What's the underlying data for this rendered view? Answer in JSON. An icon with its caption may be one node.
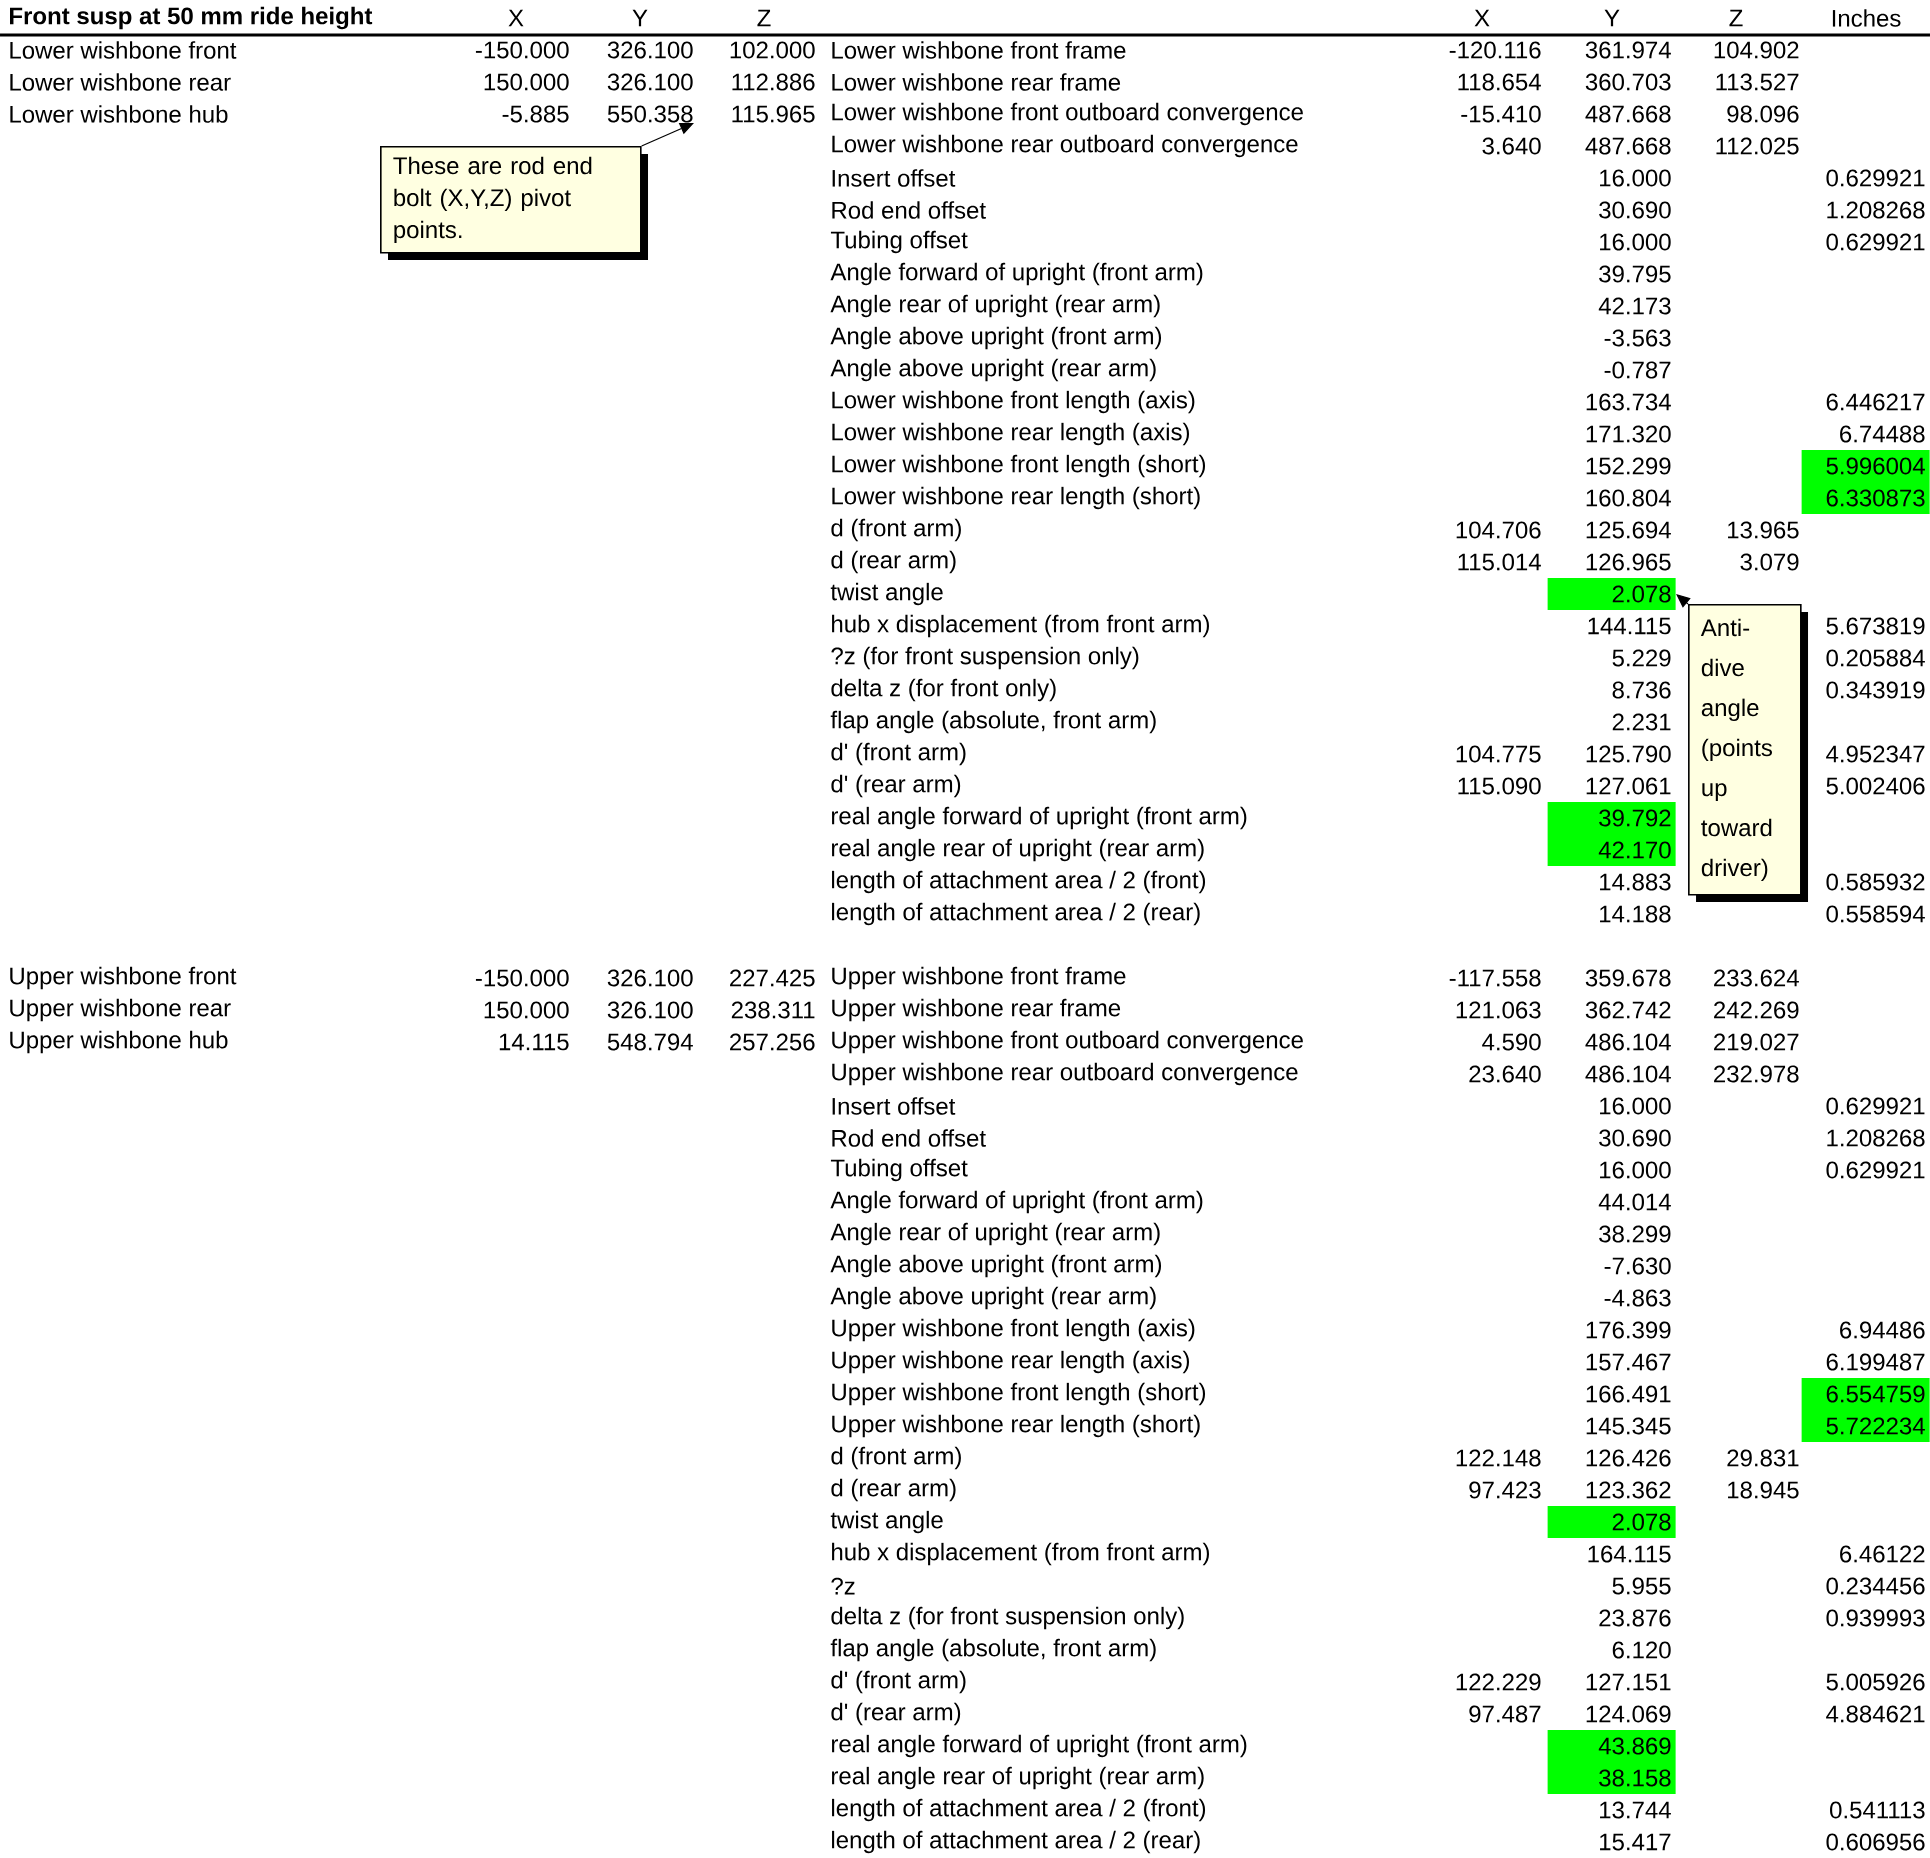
{
  "diagram": {
    "nodes": [
      {
        "text": [
          "550.358"
        ]
      },
      {
        "text": [
          "These are rod end bolt (X,Y,Z) pivot points."
        ]
      },
      {
        "text": [
          "5.996004"
        ]
      },
      {
        "text": [
          "6.330873"
        ]
      },
      {
        "text": [
          "2.078"
        ]
      },
      {
        "text": [
          "Anti-dive angle (points up toward driver)"
        ]
      },
      {
        "text": [
          "39.792"
        ]
      },
      {
        "text": [
          "42.170"
        ]
      },
      {
        "text": [
          "6.554759"
        ]
      },
      {
        "text": [
          "5.722234"
        ]
      },
      {
        "text": [
          "2.078"
        ]
      },
      {
        "text": [
          "43.869"
        ]
      },
      {
        "text": [
          "38.158"
        ]
      }
    ],
    "edges": [
      {
        "from": 1,
        "to": 0,
        "arrow": "to"
      },
      {
        "from": 5,
        "to": 4,
        "arrow": "to"
      }
    ],
    "labels": [
      "Front susp at 50 mm ride height",
      "X",
      "Y",
      "Z",
      "X",
      "Y",
      "Z",
      "Inches",
      "Lower wishbone front",
      "-150.000",
      "326.100",
      "102.000",
      "Lower wishbone front frame",
      "-120.116",
      "361.974",
      "104.902",
      "Lower wishbone rear",
      "150.000",
      "326.100",
      "112.886",
      "Lower wishbone rear frame",
      "118.654",
      "360.703",
      "113.527",
      "Lower wishbone hub",
      "-5.885",
      "115.965",
      "Lower wishbone front outboard convergence",
      "-15.410",
      "487.668",
      "98.096",
      "Lower wishbone rear outboard convergence",
      "3.640",
      "487.668",
      "112.025",
      "Insert offset",
      "16.000",
      "0.629921",
      "Rod end offset",
      "30.690",
      "1.208268",
      "Tubing offset",
      "16.000",
      "0.629921",
      "Angle forward of upright (front arm)",
      "39.795",
      "Angle rear of upright (rear arm)",
      "42.173",
      "Angle above upright (front arm)",
      "-3.563",
      "Angle above upright (rear arm)",
      "-0.787",
      "Lower wishbone front length (axis)",
      "163.734",
      "6.446217",
      "Lower wishbone rear length (axis)",
      "171.320",
      "6.74488",
      "Lower wishbone front length (short)",
      "152.299",
      "Lower wishbone rear length (short)",
      "160.804",
      "d (front arm)",
      "104.706",
      "125.694",
      "13.965",
      "d (rear arm)",
      "115.014",
      "126.965",
      "3.079",
      "twist angle",
      "hub x displacement (from front arm)",
      "144.115",
      "5.673819",
      "?z (for front suspension only)",
      "5.229",
      "0.205884",
      "delta z (for front only)",
      "8.736",
      "0.343919",
      "flap angle (absolute, front arm)",
      "2.231",
      "d' (front arm)",
      "104.775",
      "125.790",
      "4.952347",
      "d' (rear arm)",
      "115.090",
      "127.061",
      "5.002406",
      "real angle forward of upright (front arm)",
      "real angle rear of upright (rear arm)",
      "length of attachment area / 2 (front)",
      "14.883",
      "0.585932",
      "length of attachment area / 2 (rear)",
      "14.188",
      "0.558594",
      "Upper wishbone front",
      "-150.000",
      "326.100",
      "227.425",
      "Upper wishbone front frame",
      "-117.558",
      "359.678",
      "233.624",
      "Upper wishbone rear",
      "150.000",
      "326.100",
      "238.311",
      "Upper wishbone rear frame",
      "121.063",
      "362.742",
      "242.269",
      "Upper wishbone hub",
      "14.115",
      "548.794",
      "257.256",
      "Upper wishbone front outboard convergence",
      "4.590",
      "486.104",
      "219.027",
      "Upper wishbone rear outboard convergence",
      "23.640",
      "486.104",
      "232.978",
      "Insert offset",
      "16.000",
      "0.629921",
      "Rod end offset",
      "30.690",
      "1.208268",
      "Tubing offset",
      "16.000",
      "0.629921",
      "Angle forward of upright (front arm)",
      "44.014",
      "Angle rear of upright (rear arm)",
      "38.299",
      "Angle above upright (front arm)",
      "-7.630",
      "Angle above upright (rear arm)",
      "-4.863",
      "Upper wishbone front length (axis)",
      "176.399",
      "6.94486",
      "Upper wishbone rear length (axis)",
      "157.467",
      "6.199487",
      "Upper wishbone front length (short)",
      "166.491",
      "Upper wishbone rear length (short)",
      "145.345",
      "d (front arm)",
      "122.148",
      "126.426",
      "29.831",
      "d (rear arm)",
      "97.423",
      "123.362",
      "18.945",
      "twist angle",
      "hub x displacement (from front arm)",
      "164.115",
      "6.46122",
      "?z",
      "5.955",
      "0.234456",
      "delta z (for front suspension only)",
      "23.876",
      "0.939993",
      "flap angle (absolute, front arm)",
      "6.120",
      "d' (front arm)",
      "122.229",
      "127.151",
      "5.005926",
      "d' (rear arm)",
      "97.487",
      "124.069",
      "4.884621",
      "real angle forward of upright (front arm)",
      "real angle rear of upright (rear arm)",
      "length of attachment area / 2 (front)",
      "13.744",
      "0.541113",
      "length of attachment area / 2 (rear)",
      "15.417",
      "0.606956"
    ]
  }
}
